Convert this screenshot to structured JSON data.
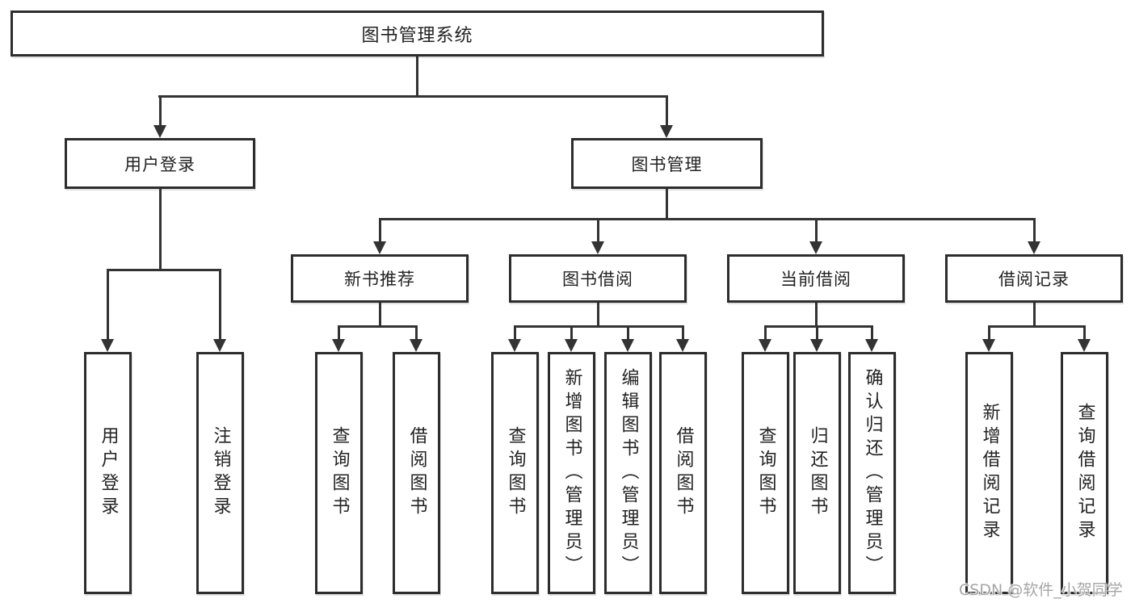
{
  "title": "图书管理系统",
  "watermark": "CSDN @软件_小贺同学",
  "colors": {
    "line": "#333333",
    "border": "#2d2d2d",
    "box_bg": "#ffffff",
    "text": "#222222",
    "bg": "#ffffff",
    "watermark": "#a6a6a6"
  },
  "nodes": {
    "root": {
      "label": "图书管理系统"
    },
    "level2": [
      {
        "label": "用户登录"
      },
      {
        "label": "图书管理"
      }
    ],
    "level3": [
      {
        "parent": "图书管理",
        "label": "新书推荐"
      },
      {
        "parent": "图书管理",
        "label": "图书借阅"
      },
      {
        "parent": "图书管理",
        "label": "当前借阅"
      },
      {
        "parent": "图书管理",
        "label": "借阅记录"
      }
    ],
    "leaves": [
      {
        "parent": "用户登录",
        "label": "用户登录"
      },
      {
        "parent": "用户登录",
        "label": "注销登录"
      },
      {
        "parent": "新书推荐",
        "label": "查询图书"
      },
      {
        "parent": "新书推荐",
        "label": "借阅图书"
      },
      {
        "parent": "图书借阅",
        "label": "查询图书"
      },
      {
        "parent": "图书借阅",
        "label": "新增图书（管理员）"
      },
      {
        "parent": "图书借阅",
        "label": "编辑图书（管理员）"
      },
      {
        "parent": "图书借阅",
        "label": "借阅图书"
      },
      {
        "parent": "当前借阅",
        "label": "查询图书"
      },
      {
        "parent": "当前借阅",
        "label": "归还图书"
      },
      {
        "parent": "当前借阅",
        "label": "确认归还（管理员）"
      },
      {
        "parent": "借阅记录",
        "label": "新增借阅记录"
      },
      {
        "parent": "借阅记录",
        "label": "查询借阅记录"
      }
    ]
  }
}
